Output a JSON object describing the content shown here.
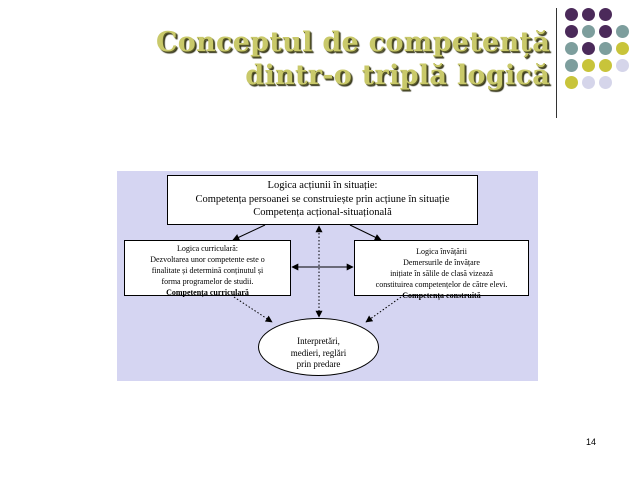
{
  "slide": {
    "title_line1": "Conceptul de competență",
    "title_line2": "dintr-o triplă logică",
    "page_number": "14"
  },
  "diagram": {
    "top_box": {
      "line1": "Logica acțiunii în situație:",
      "line2": "Competența persoanei se construiește prin acțiune în situație",
      "line3": "Competența acțional-situațională"
    },
    "left_box": {
      "line1": "Logica curriculară:",
      "line2": "Dezvoltarea unor competente este o",
      "line3": "finalitate și determină conținutul și",
      "line4": "forma programelor de studii.",
      "line5": "Competența curriculară"
    },
    "right_box": {
      "line1": "Logica învățării",
      "line2": "Demersurile de învățare",
      "line3": "inițiate în sălile de clasă vizează",
      "line4": "constituirea competențelor de către elevi.",
      "line5": "Competența construită"
    },
    "center_ellipse": {
      "line1": "Interpretări,",
      "line2": "medieri, reglări",
      "line3": "prin predare"
    }
  },
  "colors": {
    "panel_background": "#d5d5f2",
    "title_color": "#c9c96a",
    "dot_purple": "#4b2a5a",
    "dot_teal": "#7d9e9d",
    "dot_olive": "#c8c43a",
    "dot_lavender": "#d5d5ea"
  }
}
